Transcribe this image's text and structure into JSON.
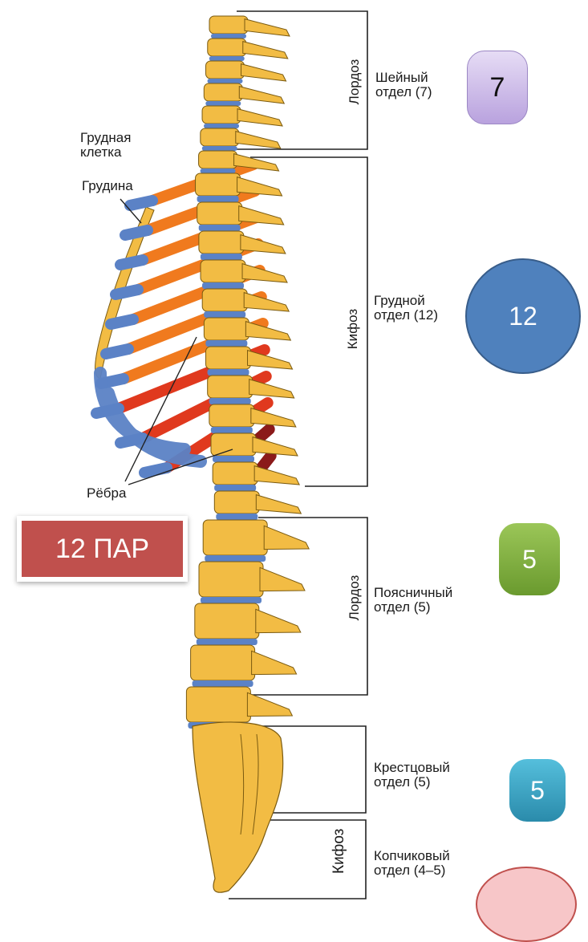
{
  "labels": {
    "rib_cage": [
      "Грудная",
      "клетка"
    ],
    "sternum": "Грудина",
    "ribs": "Рёбра",
    "cervical": [
      "Шейный",
      "отдел (7)"
    ],
    "thoracic": [
      "Грудной",
      "отдел (12)"
    ],
    "lumbar": [
      "Поясничный",
      "отдел (5)"
    ],
    "sacral": [
      "Крестцовый",
      "отдел (5)"
    ],
    "coccygeal": [
      "Копчиковый",
      "отдел (4–5)"
    ],
    "curve_lordosis_top": "Лордоз",
    "curve_kyphosis_mid": "Кифоз",
    "curve_lordosis_low": "Лордоз",
    "curve_kyphosis_low": "Кифоз"
  },
  "badges": {
    "cervical": "7",
    "thoracic": "12",
    "lumbar": "5",
    "sacral": "5",
    "pairs": "12 ПАР"
  },
  "colors": {
    "bone": "#f2bc44",
    "disc": "#5b82c6",
    "rib_upper": "#f07a1e",
    "rib_lower": "#e0391e",
    "rib_floating": "#8b1a1a",
    "badge_cervical": "#c9b3e8",
    "badge_thoracic": "#4f81bd",
    "badge_lumbar": "#7aa83a",
    "badge_sacral": "#31a0c0",
    "badge_bottom": "#f7c6c8",
    "pair_box": "#c0504d"
  }
}
